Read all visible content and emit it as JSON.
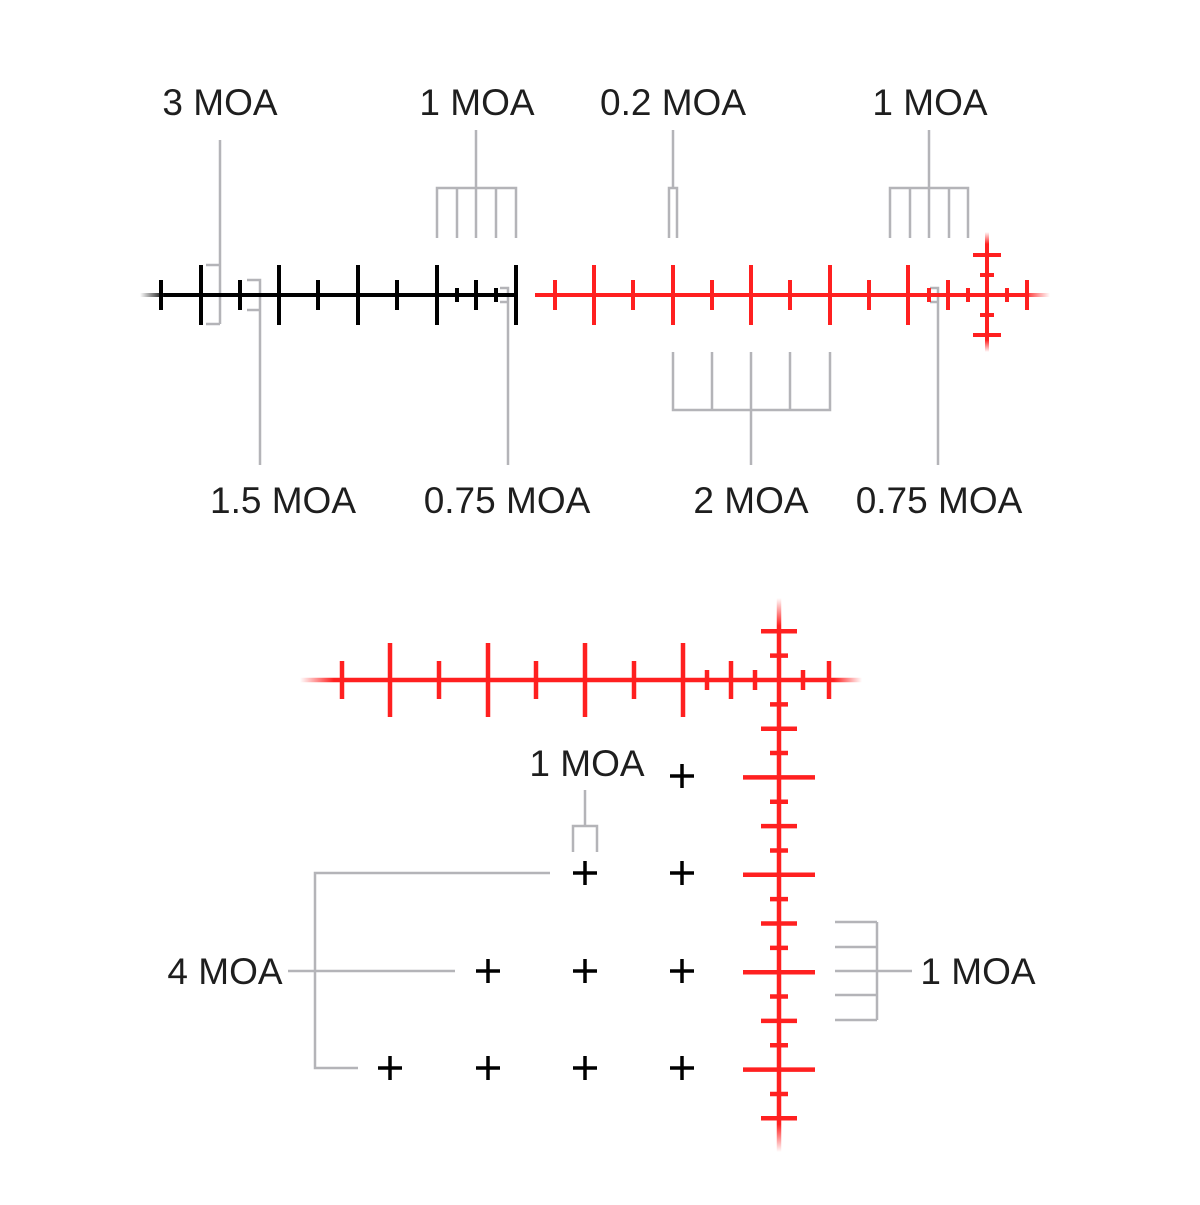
{
  "colors": {
    "reticle_red": "#ff2020",
    "reticle_black": "#000000",
    "callout_gray": "#b4b4b8",
    "text": "#1e1e1e"
  },
  "top": {
    "labels_above": [
      "3 MOA",
      "1 MOA",
      "0.2 MOA",
      "1 MOA"
    ],
    "labels_below": [
      "1.5 MOA",
      "0.75 MOA",
      "2 MOA",
      "0.75 MOA"
    ]
  },
  "bottom": {
    "label_hold_dot_spacing": "1 MOA",
    "label_hold_row_spacing": "4 MOA",
    "label_vertical_hash": "1 MOA"
  }
}
